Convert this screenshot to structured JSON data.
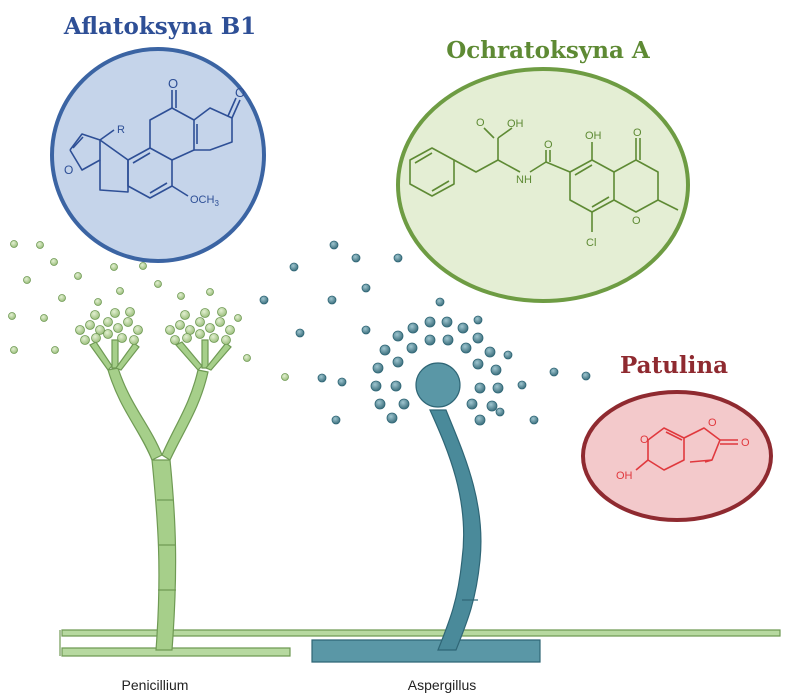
{
  "toxins": {
    "aflatoxin": {
      "title": "Aflatoksyna B1",
      "color": "#2e4f96",
      "fill": "#c5d4ea",
      "stroke": "#3b64a3",
      "atoms": {
        "r": "R",
        "o": "O",
        "o_top1": "O",
        "o_top2": "O",
        "och3": "OCH",
        "och3_sub": "3"
      }
    },
    "ochratoxin": {
      "title": "Ochratoksyna A",
      "color": "#5e8a34",
      "fill": "#e4eed4",
      "stroke": "#6e9c43",
      "atoms": {
        "oh_acid": "OH",
        "o_acid": "O",
        "nh": "NH",
        "o_amide": "O",
        "oh_phenol": "OH",
        "o_lactone": "O",
        "o_ring": "O",
        "cl": "Cl"
      }
    },
    "patulin": {
      "title": "Patulina",
      "color": "#8f2a30",
      "fill": "#f3c9cb",
      "stroke": "#8f2a30",
      "atoms": {
        "o_ring1": "O",
        "o_ring2": "O",
        "o_keto": "O",
        "oh": "OH"
      }
    }
  },
  "fungi": {
    "penicillium": {
      "label": "Penicillium",
      "color": "#a6cf8a",
      "outline": "#6f9a54"
    },
    "aspergillus": {
      "label": "Aspergillus",
      "color": "#4a8a9a",
      "outline": "#2f6676"
    }
  }
}
